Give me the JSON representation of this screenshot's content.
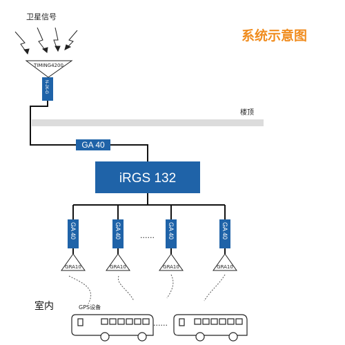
{
  "satellite_label": "卫星信号",
  "title": "系统示意图",
  "antenna_label": "TIMING4200",
  "connector_label": "N-JK-G",
  "roof_label": "楼顶",
  "uplink_label": "GA 40",
  "main_unit_label": "iRGS 132",
  "amplifier_label": "GA 40",
  "ellipsis": "......",
  "outputs": [
    {
      "amp": "GA 40",
      "antenna": "GRA10"
    },
    {
      "amp": "GA 40",
      "antenna": "GRA10"
    },
    {
      "amp": "GA 40",
      "antenna": "GRA10"
    },
    {
      "amp": "GA 40",
      "antenna": "GRA10"
    }
  ],
  "indoor_label": "室内",
  "gps_device_label": "GPS设备",
  "bus_ellipsis": "......",
  "colors": {
    "box_blue": "#1f63a8",
    "title_orange": "#f08c1e",
    "roof_gray": "#dcdcdc"
  }
}
